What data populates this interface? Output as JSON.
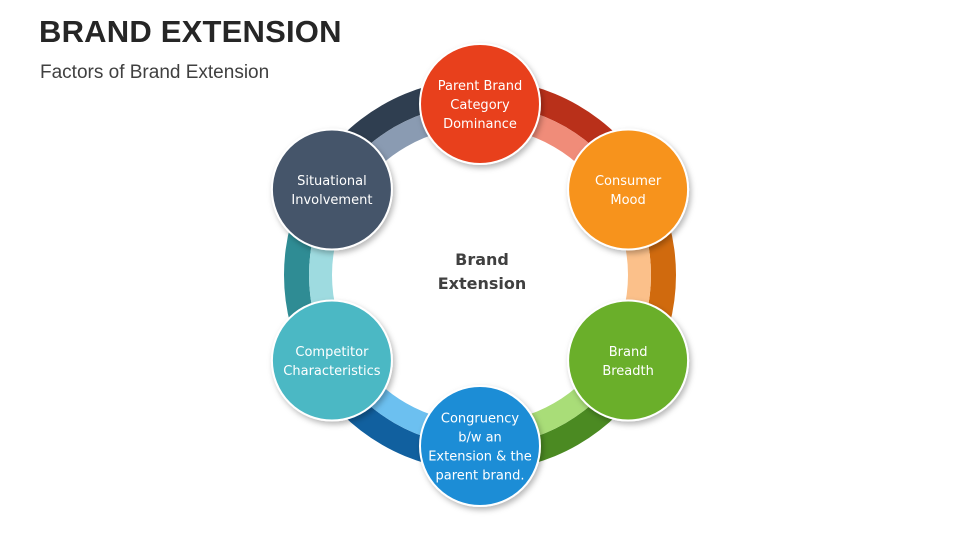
{
  "header": {
    "title": "BRAND EXTENSION",
    "subtitle": "Factors of Brand Extension"
  },
  "diagram": {
    "center_label": [
      "Brand",
      "Extension"
    ],
    "nodes": [
      {
        "id": "parent-brand-category-dominance",
        "lines": [
          "Parent Brand",
          "Category",
          "Dominance"
        ],
        "color": "#E8411F",
        "ring_dark": "#B9301A",
        "ring_light": "#F08C79"
      },
      {
        "id": "consumer-mood",
        "lines": [
          "Consumer",
          "Mood"
        ],
        "color": "#F7931E",
        "ring_dark": "#D06A0E",
        "ring_light": "#FBC08A"
      },
      {
        "id": "brand-breadth",
        "lines": [
          "Brand",
          "Breadth"
        ],
        "color": "#6AAF2C",
        "ring_dark": "#4B8A22",
        "ring_light": "#A9DD78"
      },
      {
        "id": "congruency",
        "lines": [
          "Congruency",
          "b/w an",
          "Extension & the",
          "parent brand."
        ],
        "color": "#1B8DD6",
        "ring_dark": "#11609F",
        "ring_light": "#6CC0F0"
      },
      {
        "id": "competitor-characteristics",
        "lines": [
          "Competitor",
          "Characteristics"
        ],
        "color": "#4CB8C4",
        "ring_dark": "#2F8C94",
        "ring_light": "#9EDBE0"
      },
      {
        "id": "situational-involvement",
        "lines": [
          "Situational",
          "Involvement"
        ],
        "color": "#44546A",
        "ring_dark": "#2F3E50",
        "ring_light": "#8A9BB2"
      }
    ]
  }
}
